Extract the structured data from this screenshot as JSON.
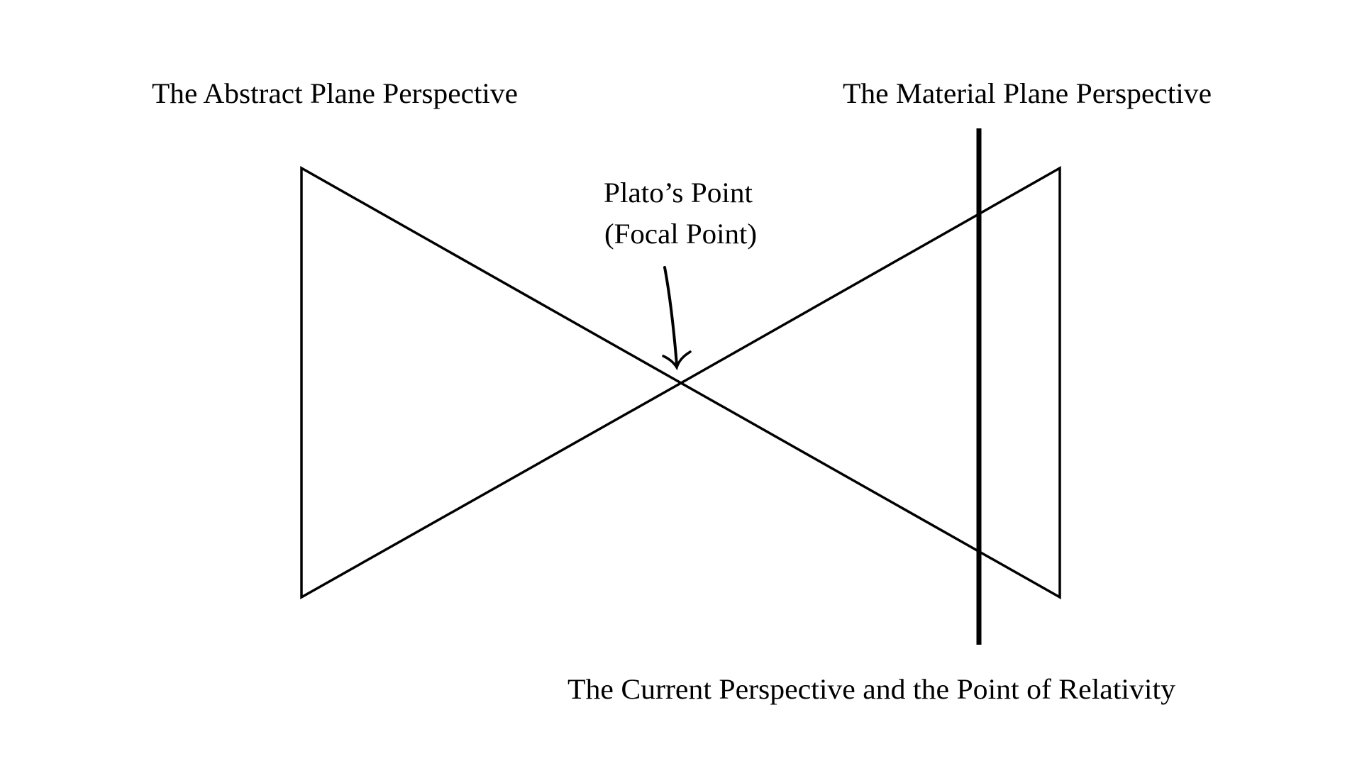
{
  "labels": {
    "abstract": "The Abstract Plane Perspective",
    "material": "The Material Plane Perspective",
    "plato_line1": "Plato’s Point",
    "plato_line2": "(Focal Point)",
    "current": "The Current Perspective and the Point of Relativity"
  },
  "colors": {
    "ink": "#000000",
    "background": "#ffffff"
  }
}
